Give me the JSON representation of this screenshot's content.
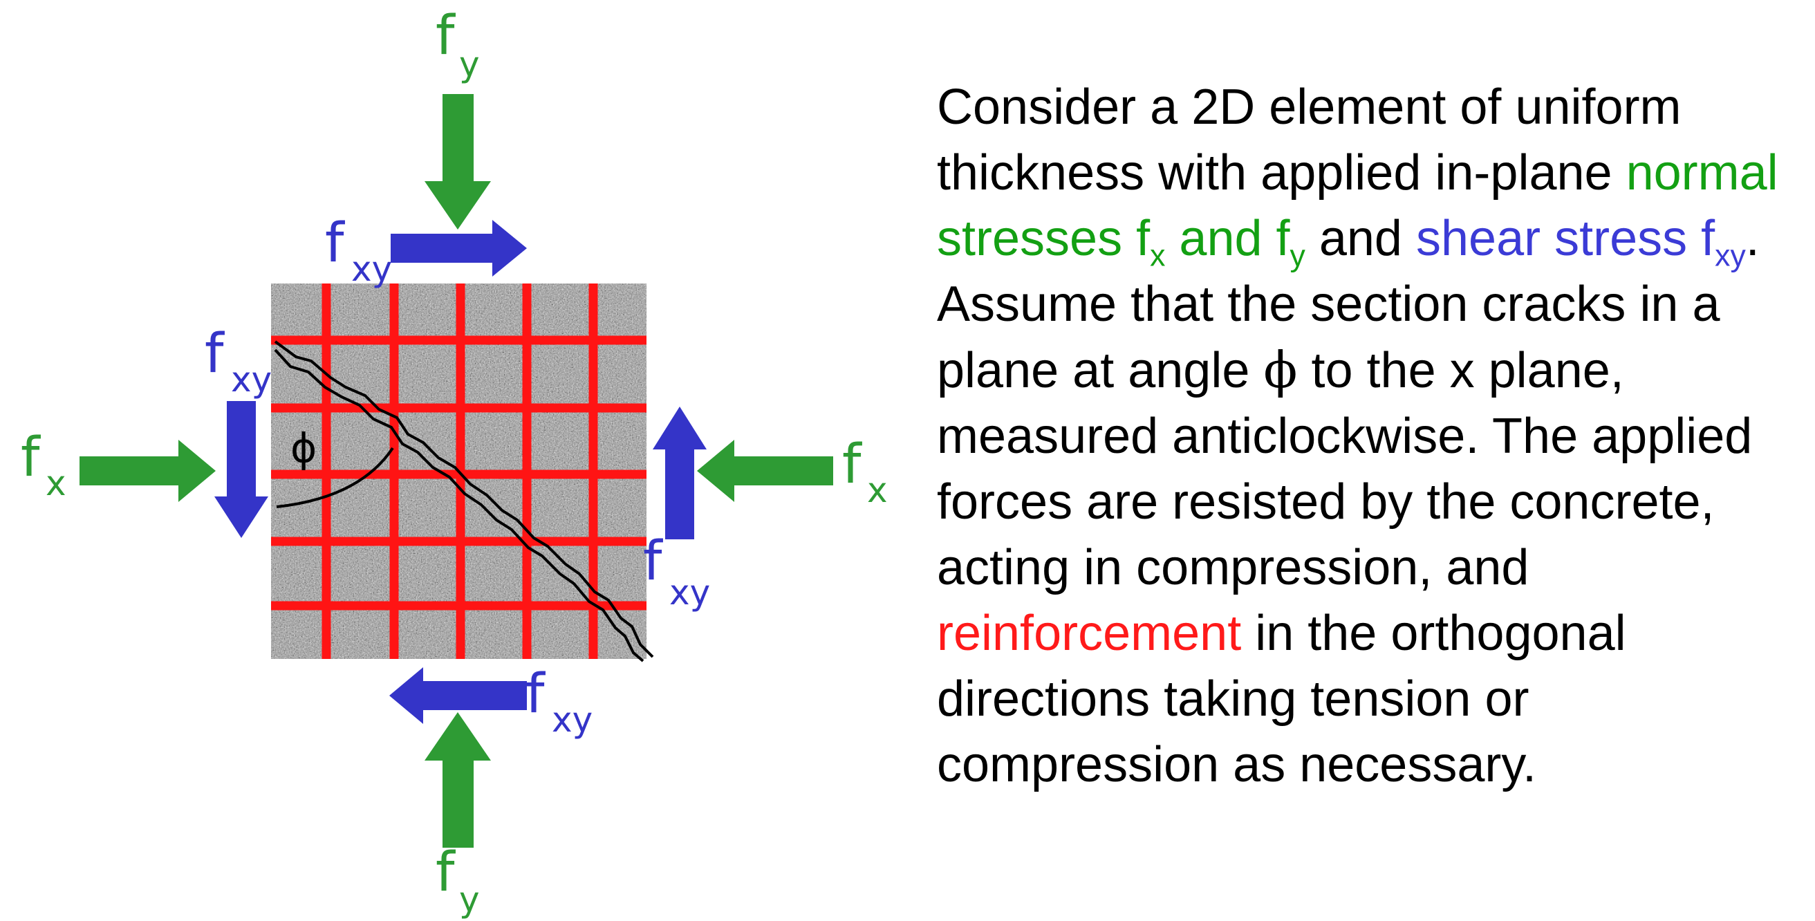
{
  "diagram": {
    "labels": {
      "fy_top": "y",
      "fy_bottom": "y",
      "fx_left": "x",
      "fx_right": "x",
      "fxy_top": "xy",
      "fxy_left": "xy",
      "fxy_right": "xy",
      "fxy_bottom": "xy",
      "f": "f",
      "phi": "ϕ"
    },
    "colors": {
      "normal_stress": "#2e9b34",
      "shear_stress": "#3434c8",
      "reinforcement": "#ff1414",
      "crack": "#000000"
    },
    "icons": [
      "compression-arrow-icon",
      "shear-arrow-icon",
      "crack-line-icon",
      "angle-arc-icon"
    ]
  },
  "text": {
    "line1": "Consider a 2D element of uniform thickness with applied in-plane",
    "normal_a": "normal stresses f",
    "normal_sub_x": "x",
    "normal_and": " and f",
    "normal_sub_y": "y",
    "and": " and ",
    "shear_a": "shear stress f",
    "shear_sub": "xy",
    "line2": ". Assume that the section cracks in a plane at angle ",
    "phi": "ϕ",
    "line3": " to the x plane, measured anticlockwise. The applied forces are resisted by the concrete, acting in compression, and ",
    "reinforcement": "reinforcement",
    "line4": " in the orthogonal directions taking tension or compression as necessary."
  }
}
